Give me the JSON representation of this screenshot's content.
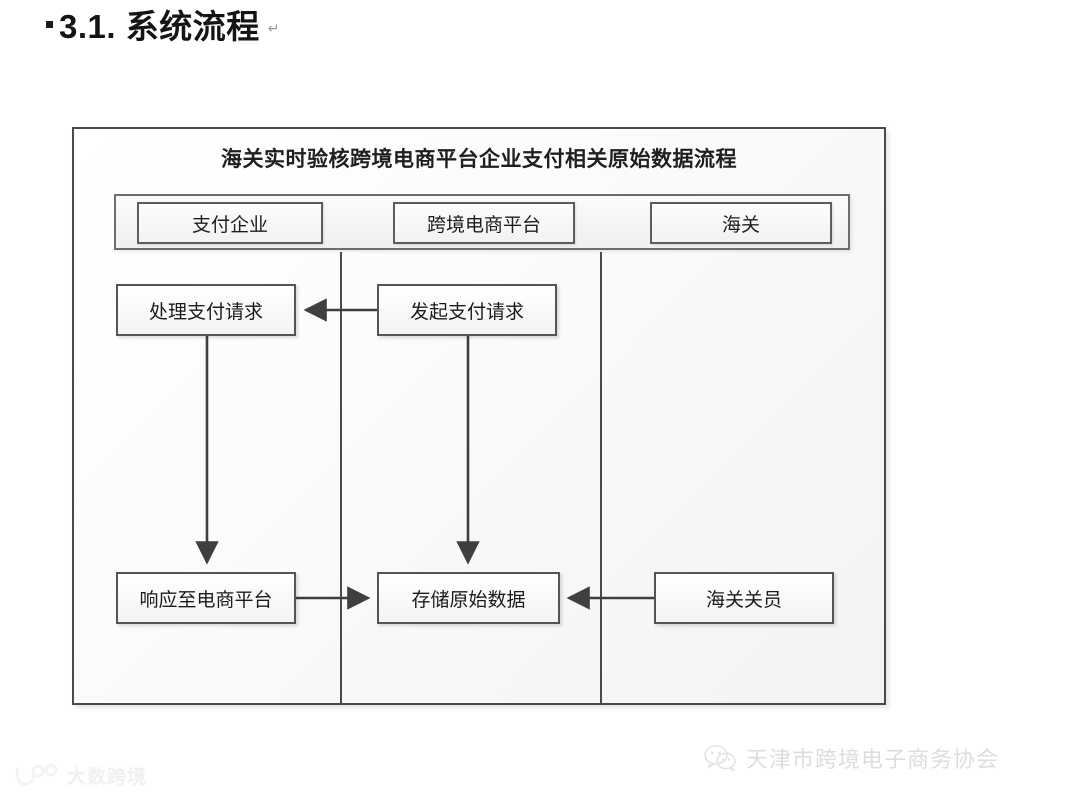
{
  "slide": {
    "heading": "3.1. 系统流程",
    "bullet": "square-bullet",
    "pilcrow": "↵"
  },
  "diagram": {
    "title": "海关实时验核跨境电商平台企业支付相关原始数据流程",
    "lanes": [
      {
        "id": "lane-payment-enterprise",
        "label": "支付企业"
      },
      {
        "id": "lane-crossborder-platform",
        "label": "跨境电商平台"
      },
      {
        "id": "lane-customs",
        "label": "海关"
      }
    ],
    "tasks": [
      {
        "id": "task-process-payment",
        "label": "处理支付请求",
        "lane": 0
      },
      {
        "id": "task-initiate-payment",
        "label": "发起支付请求",
        "lane": 1
      },
      {
        "id": "task-respond-platform",
        "label": "响应至电商平台",
        "lane": 0
      },
      {
        "id": "task-store-raw-data",
        "label": "存储原始数据",
        "lane": 1
      },
      {
        "id": "task-customs-officer",
        "label": "海关关员",
        "lane": 2
      }
    ],
    "connectors": [
      {
        "id": "conn-initiate-to-process",
        "from": "task-initiate-payment",
        "to": "task-process-payment",
        "direction": "left"
      },
      {
        "id": "conn-process-to-respond",
        "from": "task-process-payment",
        "to": "task-respond-platform",
        "direction": "down"
      },
      {
        "id": "conn-initiate-to-store",
        "from": "task-initiate-payment",
        "to": "task-store-raw-data",
        "direction": "down"
      },
      {
        "id": "conn-respond-to-store",
        "from": "task-respond-platform",
        "to": "task-store-raw-data",
        "direction": "right"
      },
      {
        "id": "conn-officer-to-store",
        "from": "task-customs-officer",
        "to": "task-store-raw-data",
        "direction": "left"
      }
    ],
    "colors": {
      "frame_border": "#4a4a4a",
      "box_border": "#555555",
      "connector": "#3f3f3f",
      "text": "#1b1b1b"
    }
  },
  "watermarks": {
    "left": {
      "icon": "bigdata-logo-icon",
      "text": "大数跨境"
    },
    "right": {
      "icon": "wechat-icon",
      "text": "天津市跨境电子商务协会"
    }
  }
}
